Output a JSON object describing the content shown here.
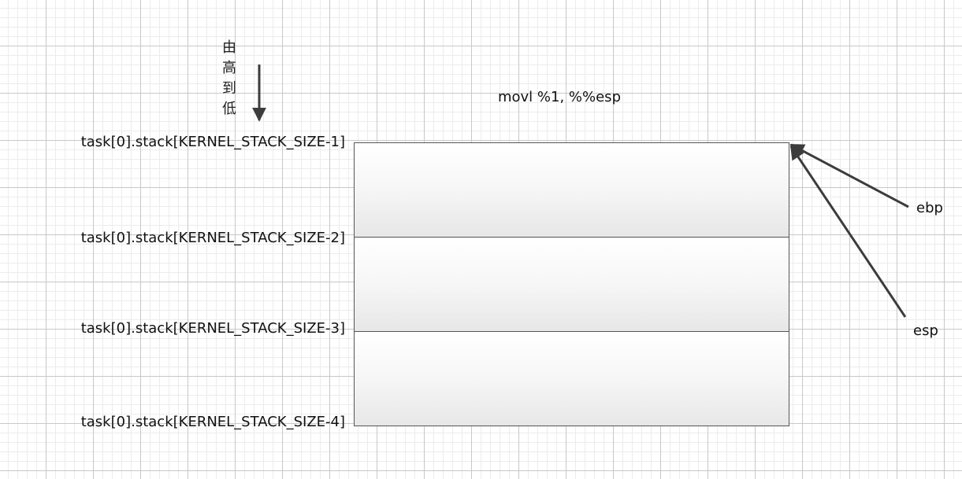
{
  "direction_label": "由高到低",
  "instruction": "movl %1, %%esp",
  "stack_slots": [
    "task[0].stack[KERNEL_STACK_SIZE-1]",
    "task[0].stack[KERNEL_STACK_SIZE-2]",
    "task[0].stack[KERNEL_STACK_SIZE-3]",
    "task[0].stack[KERNEL_STACK_SIZE-4]"
  ],
  "registers": {
    "ebp": "ebp",
    "esp": "esp"
  },
  "colors": {
    "arrow": "#3c3c3c",
    "grid_major": "#c8c8c8",
    "grid_minor": "#ececec"
  }
}
